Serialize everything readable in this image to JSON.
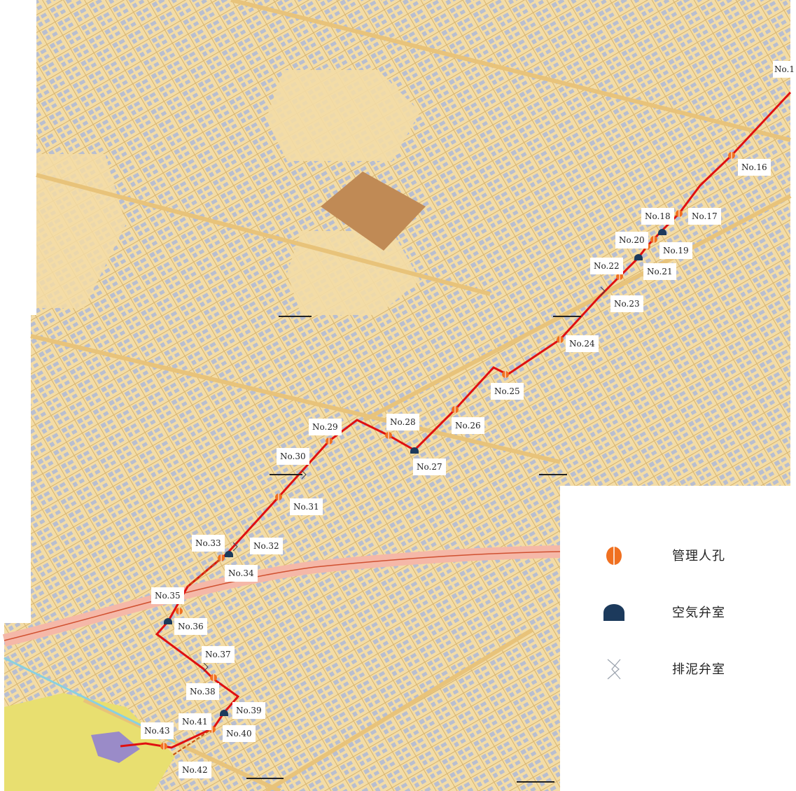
{
  "map": {
    "pipeline_color": "#e01010",
    "manhole_color": "#f07020",
    "air_valve_color": "#1c3a5c",
    "land_color": "#f3dca6",
    "road_color": "#d7b46f",
    "building_color": "#b8bed0",
    "park_color": "#c08a55",
    "school_color": "#e8df70",
    "stations": [
      {
        "id": "No.16",
        "label": "No.16"
      },
      {
        "id": "No.17",
        "label": "No.17"
      },
      {
        "id": "No.18",
        "label": "No.18"
      },
      {
        "id": "No.19",
        "label": "No.19"
      },
      {
        "id": "No.20",
        "label": "No.20"
      },
      {
        "id": "No.21",
        "label": "No.21"
      },
      {
        "id": "No.22",
        "label": "No.22"
      },
      {
        "id": "No.23",
        "label": "No.23"
      },
      {
        "id": "No.24",
        "label": "No.24"
      },
      {
        "id": "No.25",
        "label": "No.25"
      },
      {
        "id": "No.26",
        "label": "No.26"
      },
      {
        "id": "No.27",
        "label": "No.27"
      },
      {
        "id": "No.28",
        "label": "No.28"
      },
      {
        "id": "No.29",
        "label": "No.29"
      },
      {
        "id": "No.30",
        "label": "No.30"
      },
      {
        "id": "No.31",
        "label": "No.31"
      },
      {
        "id": "No.32",
        "label": "No.32"
      },
      {
        "id": "No.33",
        "label": "No.33"
      },
      {
        "id": "No.34",
        "label": "No.34"
      },
      {
        "id": "No.35",
        "label": "No.35"
      },
      {
        "id": "No.36",
        "label": "No.36"
      },
      {
        "id": "No.37",
        "label": "No.37"
      },
      {
        "id": "No.38",
        "label": "No.38"
      },
      {
        "id": "No.39",
        "label": "No.39"
      },
      {
        "id": "No.40",
        "label": "No.40"
      },
      {
        "id": "No.41",
        "label": "No.41"
      },
      {
        "id": "No.42",
        "label": "No.42"
      },
      {
        "id": "No.43",
        "label": "No.43"
      },
      {
        "id": "No.1",
        "label": "No.1"
      }
    ]
  },
  "legend": {
    "items": [
      {
        "icon": "manhole-icon",
        "label": "管理人孔"
      },
      {
        "icon": "air-valve-icon",
        "label": "空気弁室"
      },
      {
        "icon": "drain-valve-icon",
        "label": "排泥弁室"
      }
    ]
  }
}
